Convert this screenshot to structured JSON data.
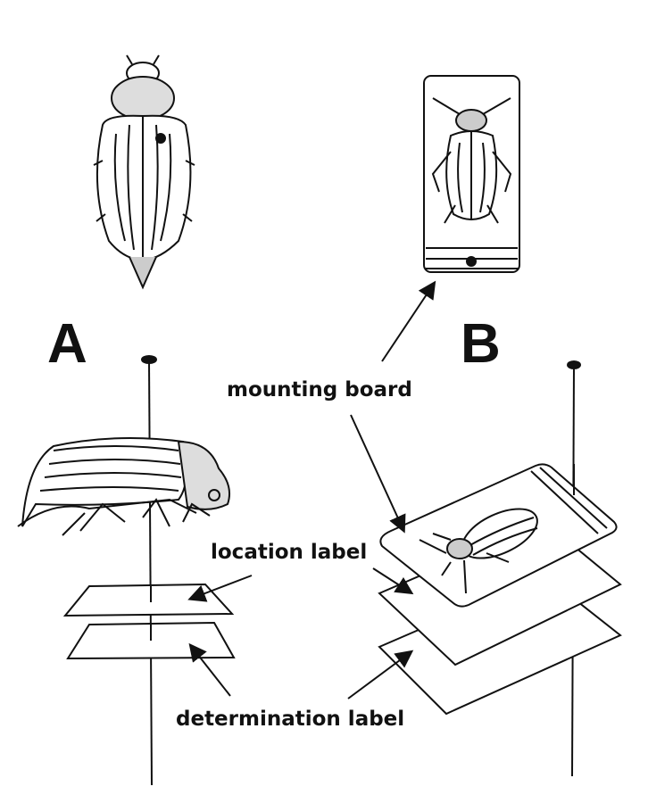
{
  "panel_a": {
    "letter": "A"
  },
  "panel_b": {
    "letter": "B"
  },
  "labels": {
    "mounting_board": "mounting board",
    "location_label": "location label",
    "determination_label": "determination label"
  },
  "colors": {
    "ink": "#111111",
    "paper": "#ffffff"
  }
}
